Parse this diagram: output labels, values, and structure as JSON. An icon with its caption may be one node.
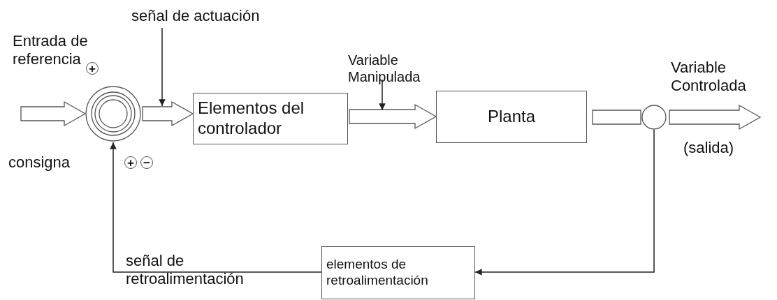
{
  "diagram": {
    "nodes": [
      {
        "text": [
          "señal de actuación"
        ]
      },
      {
        "text": [
          "Variable Manipulada"
        ]
      },
      {
        "text": [],
        "shape": "circle"
      },
      {
        "text": [
          "Elementos del controlador"
        ]
      },
      {
        "text": [
          "Planta"
        ]
      },
      {
        "text": [],
        "shape": "circle"
      },
      {
        "text": [
          "elementos de retroalimentación"
        ]
      }
    ],
    "edges": [
      {
        "from": null,
        "to": 2,
        "arrow": "to",
        "style": "thick"
      },
      {
        "from": 2,
        "to": 3,
        "arrow": "to",
        "style": "thick"
      },
      {
        "from": 3,
        "to": 4,
        "arrow": "to",
        "style": "thick"
      },
      {
        "from": 4,
        "to": 5,
        "arrow": "none",
        "style": "thick"
      },
      {
        "from": 5,
        "to": null,
        "arrow": "to",
        "style": "thick"
      },
      {
        "from": 5,
        "to": 6,
        "arrow": "to"
      },
      {
        "from": 6,
        "to": 2,
        "arrow": "to"
      },
      {
        "from": 0,
        "to": null,
        "arrow": "to"
      },
      {
        "from": 1,
        "to": null,
        "arrow": "to"
      }
    ],
    "labels": [
      "Entrada de referencia",
      "+",
      "consigna",
      "+",
      "−",
      "Variable Controlada",
      "(salida)",
      "señal de retroalimentación"
    ]
  }
}
